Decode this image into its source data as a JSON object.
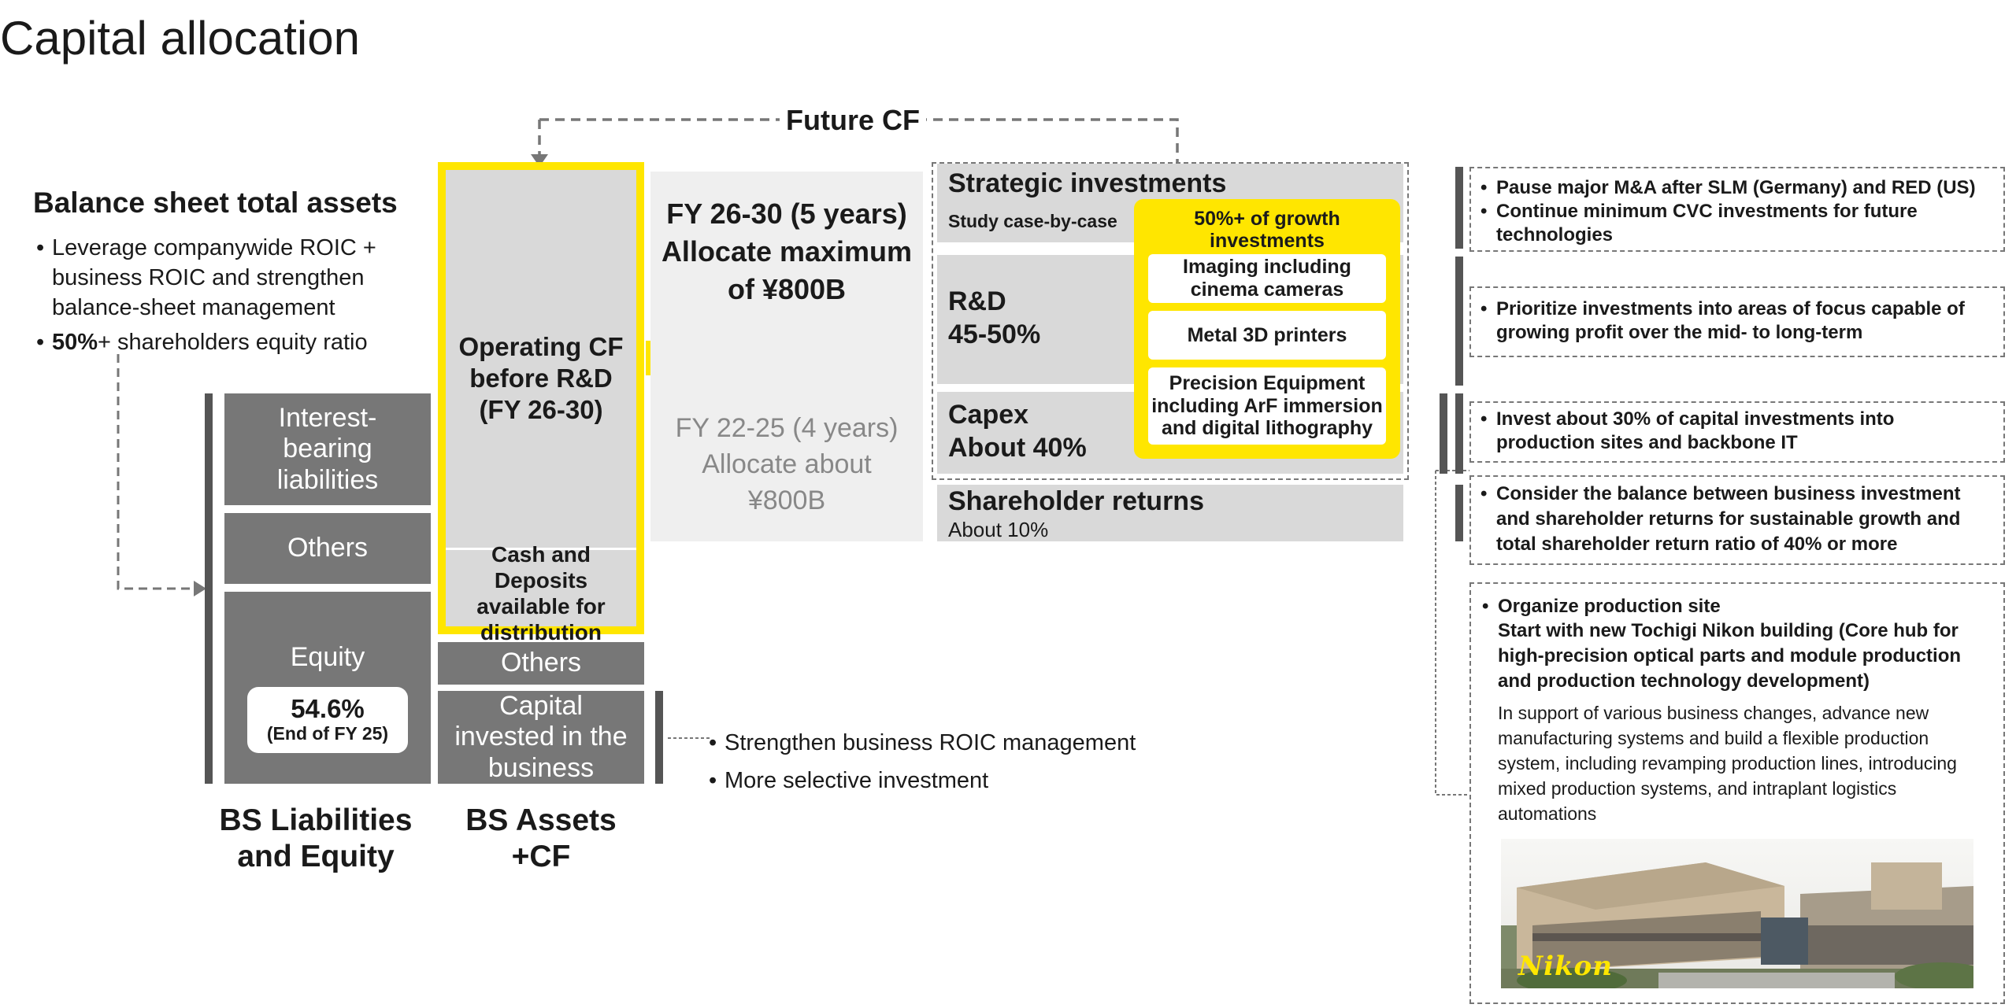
{
  "page_title": "Capital allocation",
  "future_cf": "Future CF",
  "balance_sheet": {
    "heading": "Balance sheet total assets",
    "bullet1": "Leverage companywide ROIC + business ROIC and strengthen balance-sheet management",
    "bullet2_bold": "50%",
    "bullet2_rest": "+ shareholders equity ratio"
  },
  "liabilities_column": {
    "interest_bearing": "Interest-bearing liabilities",
    "others": "Others",
    "equity": "Equity",
    "equity_ratio": "54.6%",
    "equity_ratio_note": "(End of FY 25)",
    "label": "BS Liabilities and Equity"
  },
  "assets_column": {
    "operating_cf": "Operating CF before R&D (FY 26-30)",
    "cash_deposits": "Cash and Deposits available for distribution",
    "others": "Others",
    "capital_invested": "Capital invested in the business",
    "label": "BS Assets +CF"
  },
  "roic_notes": [
    "Strengthen business ROIC management",
    "More selective investment"
  ],
  "allocation": {
    "current": "FY 26-30 (5 years) Allocate maximum of ¥800B",
    "previous": "FY 22-25 (4 years) Allocate about ¥800B"
  },
  "strategic": {
    "title": "Strategic investments",
    "sub": "Study case-by-case"
  },
  "rd": {
    "title": "R&D",
    "share": "45-50%"
  },
  "capex": {
    "title": "Capex",
    "share": "About 40%"
  },
  "shareholder": {
    "title": "Shareholder returns",
    "share": "About 10%"
  },
  "growth": {
    "title": "50%+ of growth investments",
    "items": [
      "Imaging including cinema cameras",
      "Metal 3D printers",
      "Precision Equipment including ArF immersion and digital lithography"
    ]
  },
  "right_notes": {
    "strategic": [
      "Pause major M&A after SLM (Germany) and RED (US)",
      "Continue minimum CVC investments for future technologies"
    ],
    "rd": [
      "Prioritize investments into areas of focus capable of growing profit over the mid- to long-term"
    ],
    "capex": [
      "Invest about 30% of capital investments into production sites and backbone IT"
    ],
    "shareholder": [
      "Consider the balance between business investment and shareholder returns for sustainable growth and total shareholder return ratio of 40% or more"
    ],
    "production_title": "Organize production site",
    "production_bold": "Start with new Tochigi Nikon building (Core hub for high-precision optical parts and module production and production technology development)",
    "production_body": "In support of various business changes, advance new manufacturing systems and build a flexible production system, including revamping production lines, introducing mixed production systems, and intraplant logistics automations",
    "photo_logo": "Nikon"
  },
  "colors": {
    "yellow": "#FFE600",
    "dark_gray": "#777777",
    "light_gray": "#d9d9d9",
    "bar": "#555555"
  }
}
